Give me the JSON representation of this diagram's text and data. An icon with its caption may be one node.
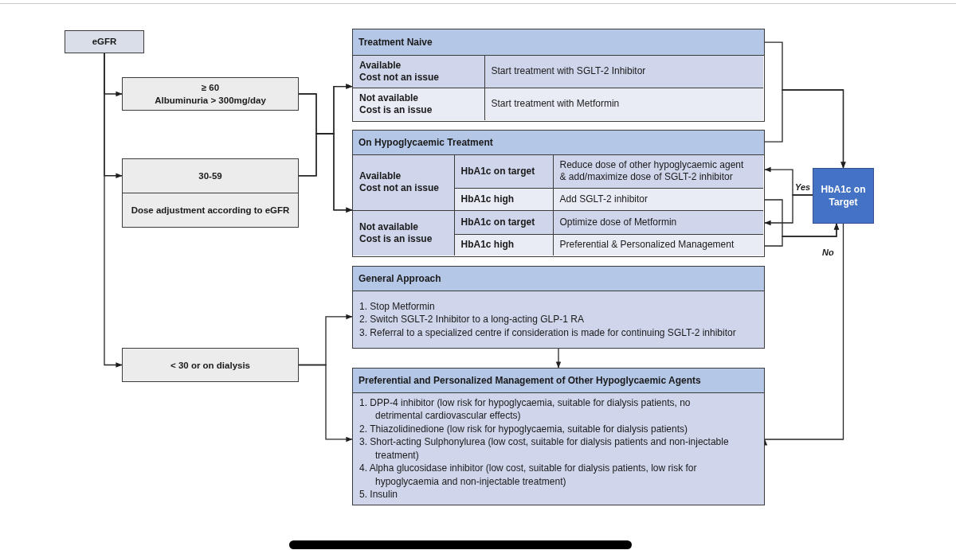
{
  "diagram": {
    "nodes": [
      {
        "text": [
          "eGFR"
        ]
      },
      {
        "text": [
          "≥ 60",
          "Albuminuria > 300mg/day"
        ]
      },
      {
        "text": [
          "30-59",
          "Dose adjustment according to eGFR"
        ]
      },
      {
        "text": [
          "< 30 or on dialysis"
        ]
      },
      {
        "text": [
          "Treatment Naive"
        ]
      },
      {
        "text": [
          "Available",
          "Cost not an issue"
        ],
        "in": 4
      },
      {
        "text": [
          "Start treatment with SGLT-2 Inhibitor"
        ],
        "in": 4
      },
      {
        "text": [
          "Not available",
          "Cost is an issue"
        ],
        "in": 4
      },
      {
        "text": [
          "Start treatment with Metformin"
        ],
        "in": 4
      },
      {
        "text": [
          "On Hypoglycaemic Treatment"
        ]
      },
      {
        "text": [
          "Available",
          "Cost not an issue"
        ],
        "in": 9
      },
      {
        "text": [
          "HbA1c on target"
        ],
        "in": 9
      },
      {
        "text": [
          "Reduce dose of other hypoglycaemic agent & add/maximize dose of SGLT-2 inhibitor"
        ],
        "in": 9
      },
      {
        "text": [
          "HbA1c high"
        ],
        "in": 9
      },
      {
        "text": [
          "Add SGLT-2 inhibitor"
        ],
        "in": 9
      },
      {
        "text": [
          "Not available",
          "Cost is an issue"
        ],
        "in": 9
      },
      {
        "text": [
          "HbA1c on target"
        ],
        "in": 9
      },
      {
        "text": [
          "Optimize dose of Metformin"
        ],
        "in": 9
      },
      {
        "text": [
          "HbA1c high"
        ],
        "in": 9
      },
      {
        "text": [
          "Preferential & Personalized Management"
        ],
        "in": 9
      },
      {
        "text": [
          "HbA1c on Target"
        ]
      },
      {
        "text": [
          "General Approach",
          "1. Stop Metformin",
          "2. Switch SGLT-2 Inhibitor to a long-acting GLP-1 RA",
          "3. Referral to a specialized centre if consideration is made for continuing SGLT-2 inhibitor"
        ]
      },
      {
        "text": [
          "Preferential and Personalized Management of Other Hypoglycaemic Agents",
          "1. DPP-4 inhibitor (low risk for hypoglycaemia, suitable for dialysis patients, no detrimental cardiovascular effects)",
          "2. Thiazolidinedione (low risk for hypoglycaemia, suitable for dialysis patients)",
          "3. Short-acting Sulphonylurea (low cost, suitable for dialysis patients and non-injectable treatment)",
          "4. Alpha glucosidase inhibitor (low cost, suitable for dialysis patients, low risk for hypoglycaemia and non-injectable treatment)",
          "5. Insulin"
        ]
      }
    ],
    "edges": [
      {
        "from": 0,
        "to": 1,
        "arrow": "to"
      },
      {
        "from": 0,
        "to": 2,
        "arrow": "to"
      },
      {
        "from": 0,
        "to": 3,
        "arrow": "to"
      },
      {
        "from": 1,
        "to": 4,
        "arrow": "to"
      },
      {
        "from": 1,
        "to": 9,
        "arrow": "to"
      },
      {
        "from": 2,
        "to": 4,
        "arrow": "to"
      },
      {
        "from": 2,
        "to": 9,
        "arrow": "to"
      },
      {
        "from": 3,
        "to": 21,
        "arrow": "to"
      },
      {
        "from": 3,
        "to": 22,
        "arrow": "to"
      },
      {
        "from": 4,
        "to": 20,
        "arrow": "to"
      },
      {
        "from": 9,
        "to": 20,
        "arrow": "to"
      },
      {
        "from": 20,
        "to": 12,
        "arrow": "to",
        "label": "Yes"
      },
      {
        "from": 20,
        "to": 17,
        "arrow": "to"
      },
      {
        "from": 14,
        "to": 20,
        "arrow": "to"
      },
      {
        "from": 19,
        "to": 20,
        "arrow": "to"
      },
      {
        "from": 20,
        "to": 22,
        "arrow": "to",
        "label": "No"
      },
      {
        "from": 21,
        "to": 22,
        "arrow": "to"
      }
    ]
  }
}
